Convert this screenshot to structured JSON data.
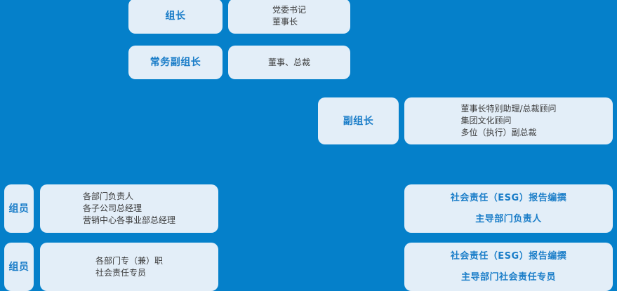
{
  "theme": {
    "background_color": "#0580ca",
    "card_fill_color": "#e3eef8",
    "role_text_color": "#1a7dc8",
    "detail_text_color": "#3a3a3a",
    "emphasis_text_color": "#1a7dc8"
  },
  "chart_data": {
    "type": "table",
    "title": "",
    "rows": [
      {
        "role": "组长",
        "details": [
          "党委书记",
          "董事长"
        ]
      },
      {
        "role": "常务副组长",
        "details": [
          "董事、总裁"
        ]
      },
      {
        "role": "副组长",
        "details": [
          "董事长特别助理/总裁顾问",
          "集团文化顾问",
          "多位（执行）副总裁"
        ]
      },
      {
        "role": "组员",
        "details": [
          "各部门负责人",
          "各子公司总经理",
          "营销中心各事业部总经理"
        ],
        "emphasis": [
          "社会责任（ESG）报告编撰",
          "主导部门负责人"
        ]
      },
      {
        "role": "组员",
        "details": [
          "各部门专（兼）职",
          "社会责任专员"
        ],
        "emphasis": [
          "社会责任（ESG）报告编撰",
          "主导部门社会责任专员"
        ]
      }
    ]
  },
  "cards": {
    "row1_role": {
      "lines": [
        "组长"
      ]
    },
    "row1_detail": {
      "lines": [
        "党委书记",
        "董事长"
      ]
    },
    "row2_role": {
      "lines": [
        "常务副组长"
      ]
    },
    "row2_detail": {
      "lines": [
        "董事、总裁"
      ]
    },
    "row3_role": {
      "lines": [
        "副组长"
      ]
    },
    "row3_detail": {
      "lines": [
        "董事长特别助理/总裁顾问",
        "集团文化顾问",
        "多位（执行）副总裁"
      ]
    },
    "row4_role": {
      "lines": [
        "组员"
      ]
    },
    "row4_detail": {
      "lines": [
        "各部门负责人",
        "各子公司总经理",
        "营销中心各事业部总经理"
      ]
    },
    "row4_emph": {
      "lines": [
        "社会责任（ESG）报告编撰",
        "主导部门负责人"
      ]
    },
    "row5_role": {
      "lines": [
        "组员"
      ]
    },
    "row5_detail": {
      "lines": [
        "各部门专（兼）职",
        "社会责任专员"
      ]
    },
    "row5_emph": {
      "lines": [
        "社会责任（ESG）报告编撰",
        "主导部门社会责任专员"
      ]
    }
  },
  "text": {
    "row1_role_l1": "组长",
    "row1_detail_l1": "党委书记",
    "row1_detail_l2": "董事长",
    "row2_role_l1": "常务副组长",
    "row2_detail_l1": "董事、总裁",
    "row3_role_l1": "副组长",
    "row3_detail_l1": "董事长特别助理/总裁顾问",
    "row3_detail_l2": "集团文化顾问",
    "row3_detail_l3": "多位（执行）副总裁",
    "row4_role_l1": "组员",
    "row4_detail_l1": "各部门负责人",
    "row4_detail_l2": "各子公司总经理",
    "row4_detail_l3": "营销中心各事业部总经理",
    "row4_emph_l1": "社会责任（ESG）报告编撰",
    "row4_emph_l2": "主导部门负责人",
    "row5_role_l1": "组员",
    "row5_detail_l1": "各部门专（兼）职",
    "row5_detail_l2": "社会责任专员",
    "row5_emph_l1": "社会责任（ESG）报告编撰",
    "row5_emph_l2": "主导部门社会责任专员"
  }
}
